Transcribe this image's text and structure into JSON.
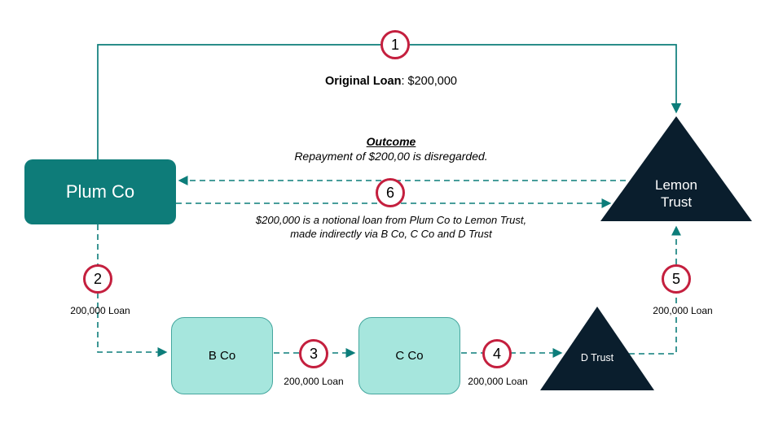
{
  "nodes": {
    "plum_co": "Plum Co",
    "lemon_trust": "Lemon Trust",
    "b_co": "B Co",
    "c_co": "C Co",
    "d_trust": "D Trust"
  },
  "steps": [
    "1",
    "2",
    "3",
    "4",
    "5",
    "6"
  ],
  "annotations": {
    "original_loan_label": "Original Loan",
    "original_loan_value": ": $200,000",
    "outcome_title": "Outcome",
    "outcome_text": "Repayment of $200,00 is disregarded.",
    "notional_text": "$200,000 is a notional loan from Plum Co to Lemon Trust, made indirectly via B Co, C Co and D Trust",
    "loan_200k": "200,000 Loan"
  },
  "colors": {
    "teal": "#0e7c79",
    "light_teal": "#a6e6dd",
    "navy": "#0a1e2d",
    "circle_red": "#c41f3e",
    "line_teal": "#0c7d7a"
  }
}
